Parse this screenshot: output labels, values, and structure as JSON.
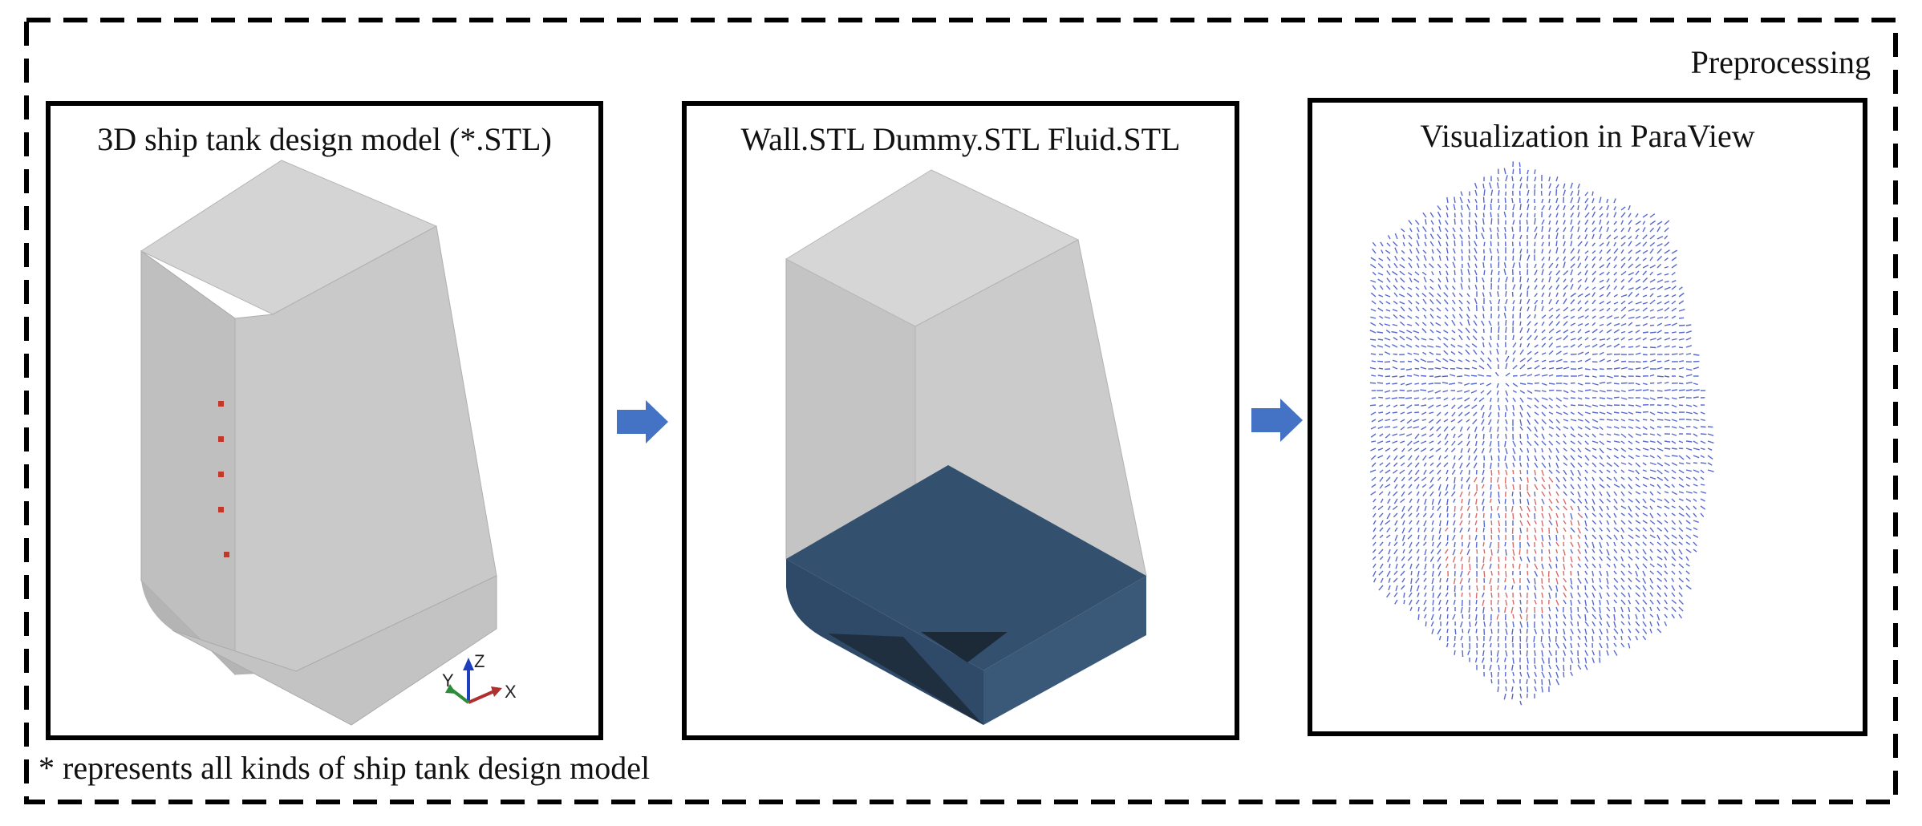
{
  "stage_label": "Preprocessing",
  "footnote": "* represents all kinds of ship tank design model",
  "panels": [
    {
      "title": "3D ship tank design model (*.STL)"
    },
    {
      "title": "Wall.STL Dummy.STL Fluid.STL"
    },
    {
      "title": "Visualization in ParaView"
    }
  ],
  "axes": {
    "z": "Z",
    "y": "Y",
    "x": "X"
  },
  "icons": [
    "arrow-right-icon",
    "axis-triad-icon"
  ],
  "colors": {
    "frame_border": "#000000",
    "arrow": "#4472c4",
    "model_grey": "#c8c8c8",
    "fluid_blue": "#2f4f72",
    "vector_blue": "#3a4fc4",
    "vector_red": "#d05050",
    "marker_red": "#c0392b"
  }
}
